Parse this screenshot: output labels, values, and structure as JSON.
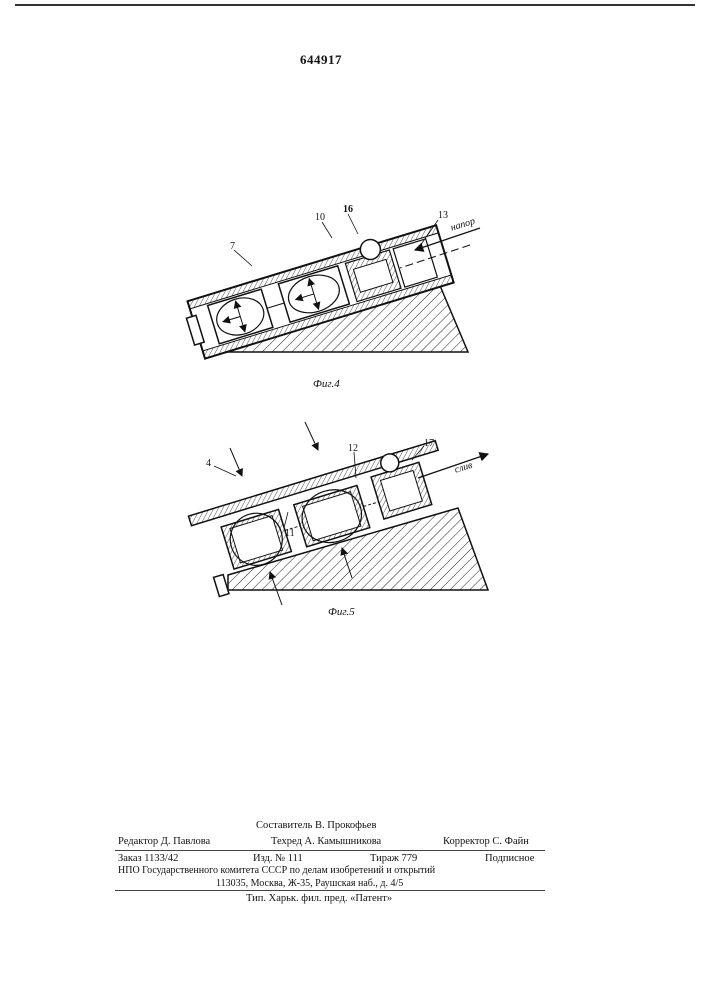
{
  "patent_number": "644917",
  "figures": [
    {
      "caption": "Фиг.4",
      "labels": [
        "7",
        "10",
        "16",
        "13"
      ],
      "flow_label": "напор"
    },
    {
      "caption": "Фиг.5",
      "labels": [
        "4",
        "12",
        "17",
        "11"
      ],
      "flow_label": "слив"
    }
  ],
  "imprint": {
    "compiler": "Составитель В. Прокофьев",
    "editor": "Редактор Д. Павлова",
    "techred": "Техред А. Камышникова",
    "corrector": "Корректор С. Файн",
    "order": "Заказ 1133/42",
    "edition": "Изд. № 111",
    "circulation": "Тираж 779",
    "subscription": "Подписное",
    "org_line1": "НПО Государственного комитета СССР по делам изобретений и открытий",
    "org_line2": "113035, Москва, Ж-35, Раушская наб., д. 4/5",
    "printer": "Тип. Харьк. фил. пред. «Патент»"
  }
}
